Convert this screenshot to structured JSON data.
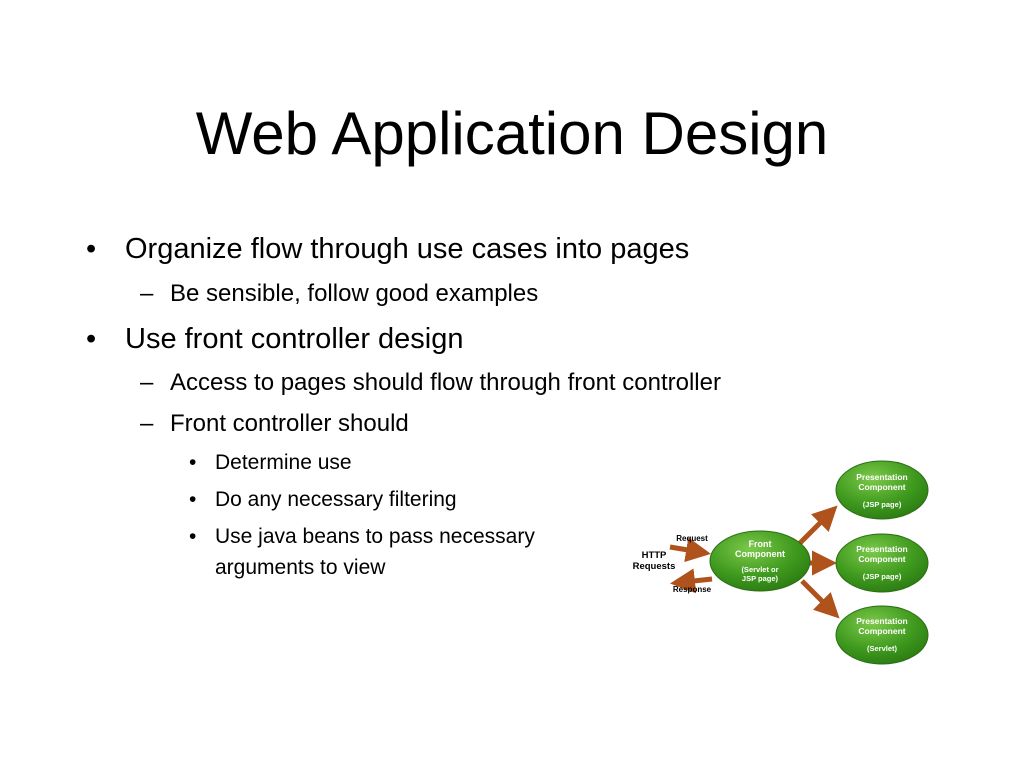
{
  "slide": {
    "title": "Web Application Design",
    "bullets": [
      {
        "text": "Organize flow through use cases into pages",
        "subs": [
          {
            "text": "Be sensible, follow good examples"
          }
        ]
      },
      {
        "text": "Use front controller design",
        "subs": [
          {
            "text": "Access to pages should flow through front controller"
          },
          {
            "text": "Front controller should",
            "subs": [
              {
                "text": "Determine use"
              },
              {
                "text": "Do any necessary filtering"
              },
              {
                "text": "Use java beans to pass necessary",
                "text2": "arguments to view"
              }
            ]
          }
        ]
      }
    ],
    "markers": {
      "level1": "•",
      "level2": "–",
      "level3": "•"
    }
  },
  "diagram": {
    "http": [
      "HTTP",
      "Requests"
    ],
    "request_label": "Request",
    "response_label": "Response",
    "front": {
      "line1": "Front",
      "line2": "Component",
      "line3": "(Servlet or",
      "line4": "JSP page)"
    },
    "presentation": [
      {
        "line1": "Presentation",
        "line2": "Component",
        "sub": "(JSP page)"
      },
      {
        "line1": "Presentation",
        "line2": "Component",
        "sub": "(JSP page)"
      },
      {
        "line1": "Presentation",
        "line2": "Component",
        "sub": "(Servlet)"
      }
    ],
    "colors": {
      "node_fill": "#3f9a1e",
      "node_light": "#7cc94a",
      "arrow": "#b0521c",
      "node_text": "#ffffff"
    }
  }
}
